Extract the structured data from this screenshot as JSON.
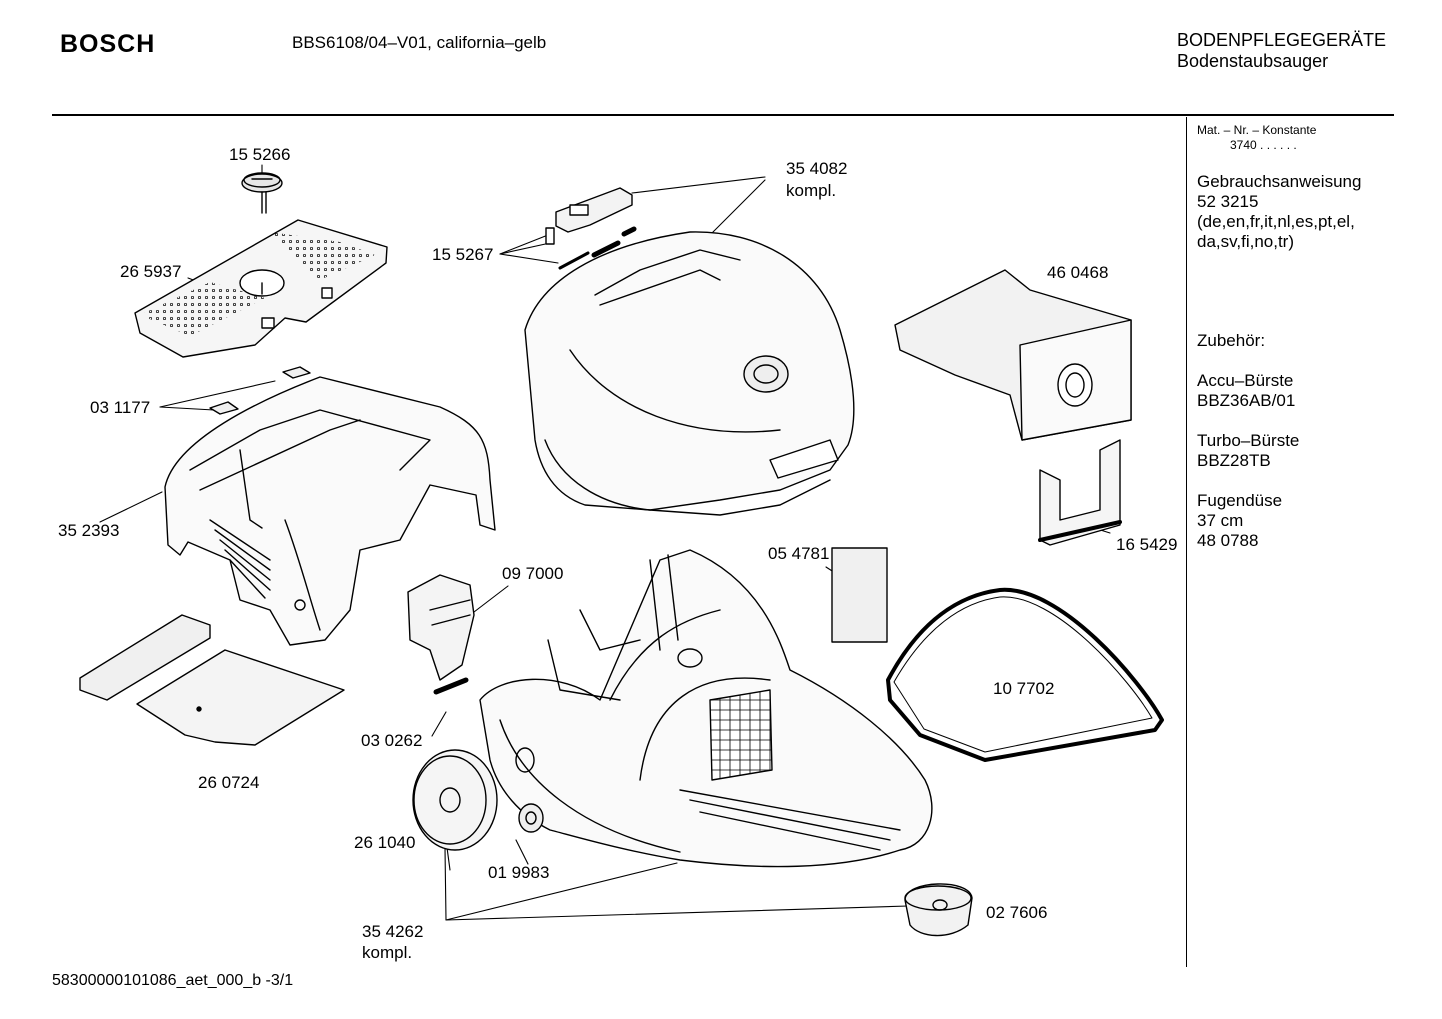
{
  "header": {
    "brand": "BOSCH",
    "model": "BBS6108/04–V01, california–gelb",
    "category": "BODENPFLEGEGERÄTE",
    "subcategory": "Bodenstaubsauger"
  },
  "sidebar": {
    "mat_nr_label": "Mat. – Nr. – Konstante",
    "mat_nr_value": "3740  .  .  .  .  .  .",
    "manual_title": "Gebrauchsanweisung",
    "manual_number": "52 3215",
    "manual_langs_1": "(de,en,fr,it,nl,es,pt,el,",
    "manual_langs_2": "da,sv,fi,no,tr)",
    "accessories_title": "Zubehör:",
    "acc1_name": "Accu–Bürste",
    "acc1_code": "BBZ36AB/01",
    "acc2_name": "Turbo–Bürste",
    "acc2_code": "BBZ28TB",
    "acc3_name": "Fugendüse",
    "acc3_size": "37 cm",
    "acc3_code": "48 0788"
  },
  "parts": {
    "p155266": "15 5266",
    "p265937": "26 5937",
    "p155267": "15 5267",
    "p354082": "35 4082",
    "kompl_1": "kompl.",
    "p460468": "46 0468",
    "p031177": "03 1177",
    "p352393": "35 2393",
    "p097000": "09 7000",
    "p054781": "05 4781",
    "p165429": "16 5429",
    "p107702": "10 7702",
    "p260724": "26 0724",
    "p030262": "03 0262",
    "p261040": "26 1040",
    "p019983": "01 9983",
    "p354262": "35 4262",
    "kompl_2": "kompl.",
    "p027606": "02 7606"
  },
  "footer": {
    "doc_id": "58300000101086_aet_000_b  -3/1"
  }
}
